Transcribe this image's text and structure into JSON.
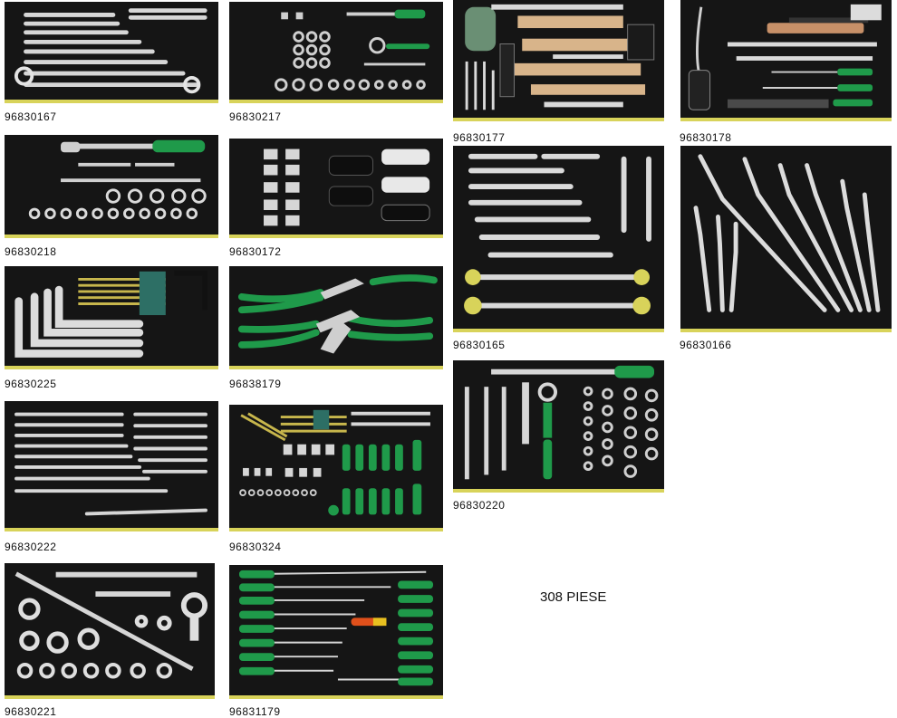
{
  "total_label": "308 PIESE",
  "items": [
    {
      "code": "96830167"
    },
    {
      "code": "96830217"
    },
    {
      "code": "96830177"
    },
    {
      "code": "96830178"
    },
    {
      "code": "96830218"
    },
    {
      "code": "96830172"
    },
    {
      "code": "96830165"
    },
    {
      "code": "96830166"
    },
    {
      "code": "96830225"
    },
    {
      "code": "96838179"
    },
    {
      "code": "96830220"
    },
    {
      "code": "96830222"
    },
    {
      "code": "96830324"
    },
    {
      "code": "96830221"
    },
    {
      "code": "96831179"
    }
  ],
  "colors": {
    "tray": "#151515",
    "foam_edge": "#d8d35a",
    "handle": "#1f9a4a",
    "steel": "#d9d9d9"
  }
}
